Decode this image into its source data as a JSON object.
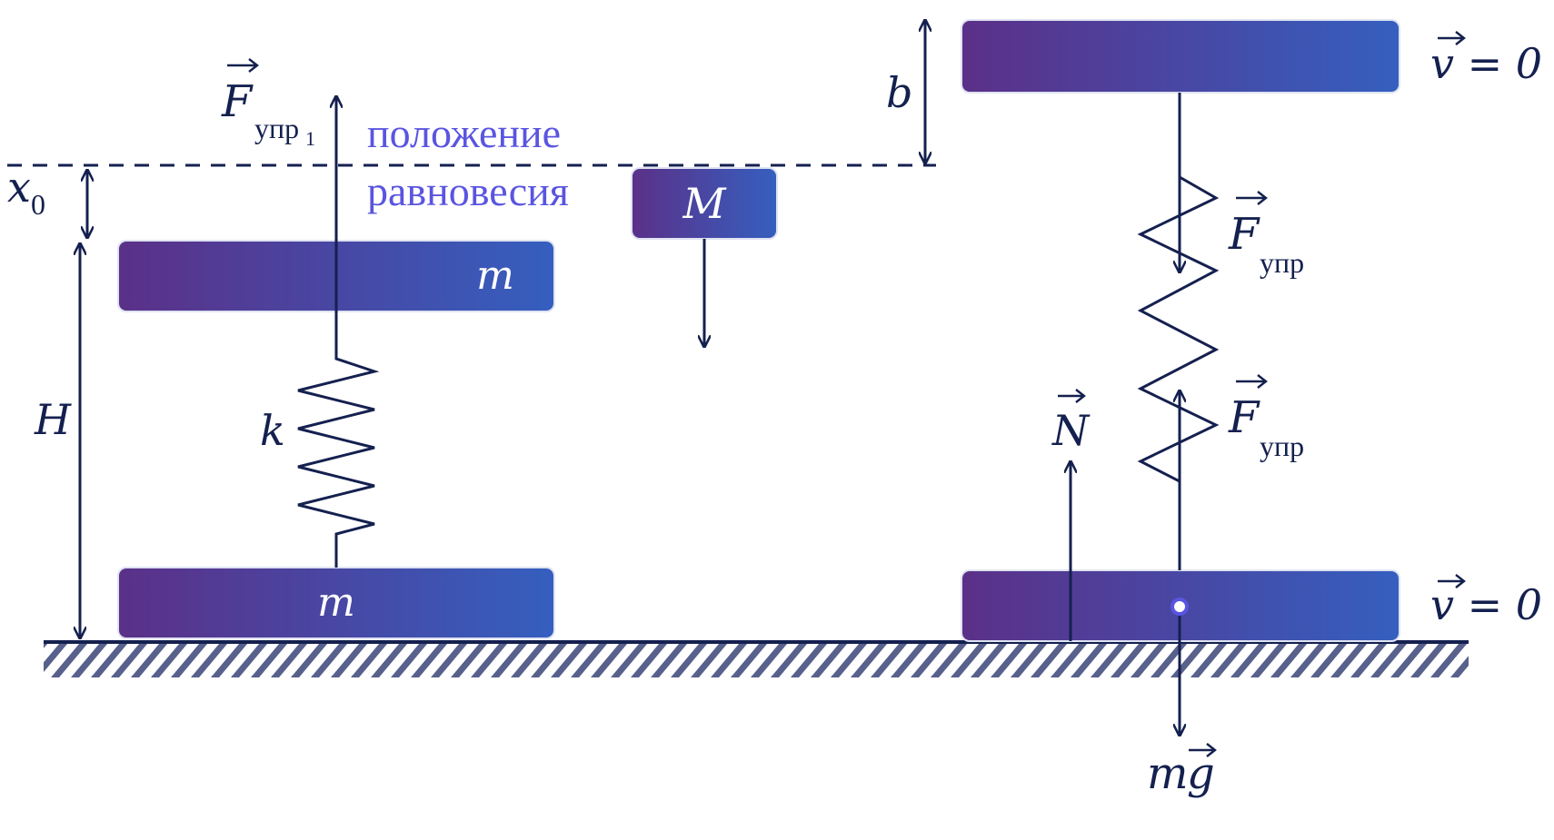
{
  "colors": {
    "ink": "#14204f",
    "block_gradient_start": "#5b3088",
    "block_gradient_end": "#355fbf",
    "annotation": "#5a55e0",
    "hatch": "#14204f"
  },
  "labels": {
    "force_spring1_symbol": "F",
    "force_spring1_subscript": "упр",
    "force_spring1_index": "1",
    "equilibrium_line1": "положение",
    "equilibrium_line2": "равновесия",
    "x0_symbol": "x",
    "x0_subscript": "0",
    "height_symbol": "H",
    "spring_constant": "k",
    "mass_top_left": "m",
    "mass_bottom_left": "m",
    "mass_falling": "M",
    "distance_b": "b",
    "velocity_top": "v = 0",
    "velocity_bottom": "v = 0",
    "force_spring_top_symbol": "F",
    "force_spring_top_subscript": "упр",
    "force_spring_bottom_symbol": "F",
    "force_spring_bottom_subscript": "упр",
    "normal_force": "N",
    "weight_m": "m",
    "weight_g": "g"
  }
}
